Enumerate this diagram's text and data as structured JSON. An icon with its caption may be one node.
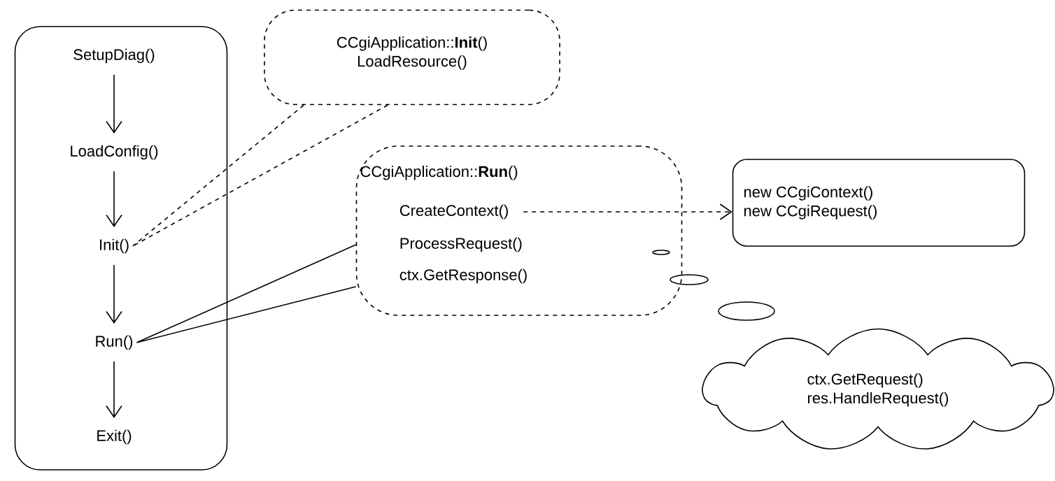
{
  "diagram": {
    "nodes": [
      {
        "text": [],
        "shape": "box"
      },
      {
        "text": [
          "SetupDiag()"
        ],
        "in": 0
      },
      {
        "text": [
          "LoadConfig()"
        ],
        "in": 0
      },
      {
        "text": [
          "Init()"
        ],
        "in": 0
      },
      {
        "text": [
          "Run()"
        ],
        "in": 0
      },
      {
        "text": [
          "Exit()"
        ],
        "in": 0
      },
      {
        "text": [
          "CCgiApplication::**Init**()",
          "LoadResource()"
        ]
      },
      {
        "text": [
          "CCgiApplication::**Run**()"
        ]
      },
      {
        "text": [
          "CreateContext()"
        ],
        "in": 7
      },
      {
        "text": [
          "ProcessRequest()"
        ],
        "in": 7
      },
      {
        "text": [
          "ctx.GetResponse()"
        ],
        "in": 7
      },
      {
        "text": [
          "new CCgiContext()",
          "new CCgiRequest()"
        ]
      },
      {
        "text": [
          "ctx.GetRequest()",
          "res.HandleRequest()"
        ]
      }
    ],
    "edges": [
      {
        "from": 1,
        "to": 2,
        "arrow": "to"
      },
      {
        "from": 2,
        "to": 3,
        "arrow": "to"
      },
      {
        "from": 3,
        "to": 4,
        "arrow": "to"
      },
      {
        "from": 4,
        "to": 5,
        "arrow": "to"
      },
      {
        "from": 6,
        "to": 3,
        "arrow": "none",
        "style": "dashed"
      },
      {
        "from": 7,
        "to": 4,
        "arrow": "none"
      },
      {
        "from": 8,
        "to": 11,
        "arrow": "to",
        "style": "dashed"
      }
    ]
  }
}
